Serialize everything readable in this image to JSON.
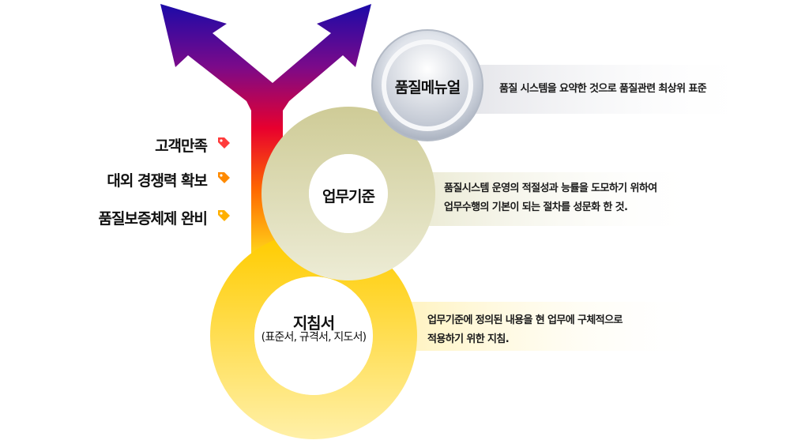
{
  "goals": [
    {
      "label": "고객만족",
      "color": "#ff3b3b"
    },
    {
      "label": "대외 경쟁력 확보",
      "color": "#ff8a00"
    },
    {
      "label": "품질보증체제 완비",
      "color": "#ffb000"
    }
  ],
  "levels": [
    {
      "title": "품질메뉴얼",
      "subtitle": "",
      "lines": [
        "품질 시스템을 요약한 것으로 품질관련 최상위 표준"
      ]
    },
    {
      "title": "업무기준",
      "subtitle": "",
      "lines": [
        "품질시스템 운영의 적절성과 능률을 도모하기 위하여",
        "업무수행의 기본이 되는 절차를 성문화 한 것."
      ]
    },
    {
      "title": "지침서",
      "subtitle": "(표준서, 규격서, 지도서)",
      "lines": [
        "업무기준에 정의된 내용을 현 업무에 구체적으로",
        "적용하기 위한 지침."
      ]
    }
  ],
  "colors": {
    "arrow_top": "#1b0aa8",
    "arrow_mid": "#e8002e",
    "arrow_low": "#ffd21a",
    "ring_bottom": "#ffd633",
    "ring_middle": "#d8d6ae",
    "ring_top": "#c9ced8"
  }
}
